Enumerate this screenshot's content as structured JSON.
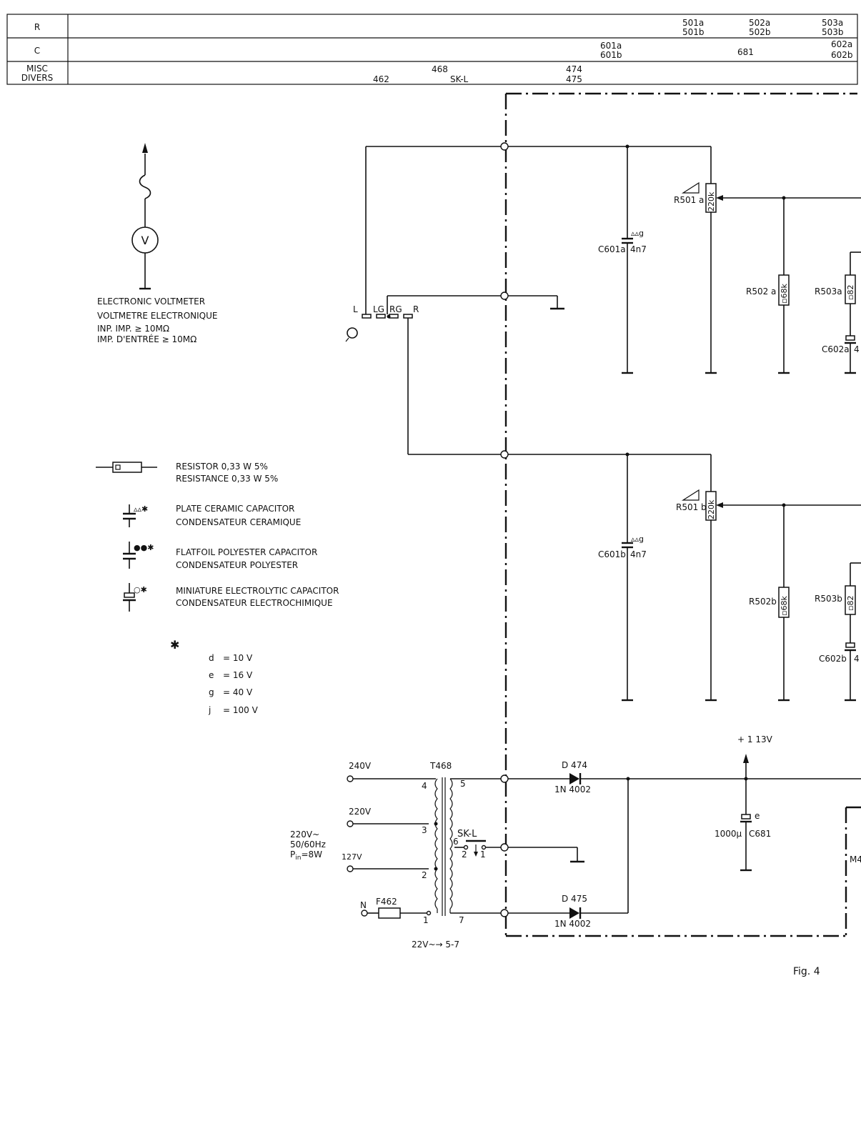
{
  "reference_table": {
    "rows": [
      {
        "label": "R",
        "entries": [
          "501a",
          "501b",
          "502a",
          "502b",
          "503a",
          "503b"
        ]
      },
      {
        "label": "C",
        "entries": [
          "601a",
          "601b",
          "681",
          "602a",
          "602b"
        ]
      },
      {
        "label_line1": "MISC",
        "label_line2": "DIVERS",
        "entries": [
          "462",
          "468",
          "SK-L",
          "474",
          "475"
        ]
      }
    ]
  },
  "legend": {
    "voltmeter": {
      "symbol_letter": "V",
      "line1": "ELECTRONIC  VOLTMETER",
      "line2": "VOLTMETRE  ELECTRONIQUE",
      "line3": "INP. IMP. ≥ 10MΩ",
      "line4": "IMP. D'ENTRÉE ≥ 10MΩ"
    },
    "items": [
      {
        "line1": "RESISTOR   0,33 W    5%",
        "line2": "RESISTANCE   0,33 W   5%",
        "mark": "▫"
      },
      {
        "line1": "PLATE  CERAMIC  CAPACITOR",
        "line2": "CONDENSATEUR    CERAMIQUE",
        "mark": "▵▵✱"
      },
      {
        "line1": "FLATFOIL  POLYESTER  CAPACITOR",
        "line2": "CONDENSATEUR    POLYESTER",
        "mark": "●●✱"
      },
      {
        "line1": "MINIATURE  ELECTROLYTIC  CAPACITOR",
        "line2": "CONDENSATEUR  ELECTROCHIMIQUE",
        "mark": "○✱"
      }
    ],
    "voltage_code": {
      "asterisk": "✱",
      "codes": [
        {
          "code": "d",
          "value": "=  10 V"
        },
        {
          "code": "e",
          "value": "=  16 V"
        },
        {
          "code": "g",
          "value": "=  40 V"
        },
        {
          "code": "j",
          "value": "=  100 V"
        }
      ]
    }
  },
  "connector": {
    "pins": [
      "L",
      "LG",
      "RG",
      "R"
    ]
  },
  "channel_a": {
    "pot": "R501 a",
    "pot_value": "220k",
    "cap": "C601a",
    "cap_value": "4n7",
    "cap_mark": "▵▵g",
    "r2": "R502 a",
    "r2_value": "▫68k",
    "r3": "R503a",
    "r3_value": "▫82",
    "c2": "C602a",
    "c2_value": "4"
  },
  "channel_b": {
    "pot": "R501 b",
    "pot_value": "220k",
    "cap": "C601b",
    "cap_value": "4n7",
    "cap_mark": "▵▵g",
    "r2": "R502b",
    "r2_value": "▫68k",
    "r3": "R503b",
    "r3_value": "▫82",
    "c2": "C602b",
    "c2_value": "4"
  },
  "power": {
    "tap_240": "240V",
    "tap_220": "220V",
    "tap_127": "127V",
    "tap_n": "N",
    "fuse": "F462",
    "transformer": "T468",
    "mains_line1": "220V~",
    "mains_line2": "50/60Hz",
    "mains_line3": "P",
    "mains_line3_sub": "in",
    "mains_line3_rest": "=8W",
    "pin_4": "4",
    "pin_3": "3",
    "pin_2": "2",
    "pin_1": "1",
    "pin_5": "5",
    "pin_6": "6",
    "pin_7": "7",
    "switch": "SK-L",
    "switch_pin_2": "2",
    "switch_pin_1": "1",
    "secondary": "22V~→ 5-7",
    "d1": "D 474",
    "d1_type": "1N 4002",
    "d2": "D 475",
    "d2_type": "1N 4002",
    "supply": "+ 1  13V",
    "cap": "C681",
    "cap_value": "1000µ",
    "cap_mark": "e",
    "module": "M4"
  },
  "figure_label": "Fig. 4"
}
